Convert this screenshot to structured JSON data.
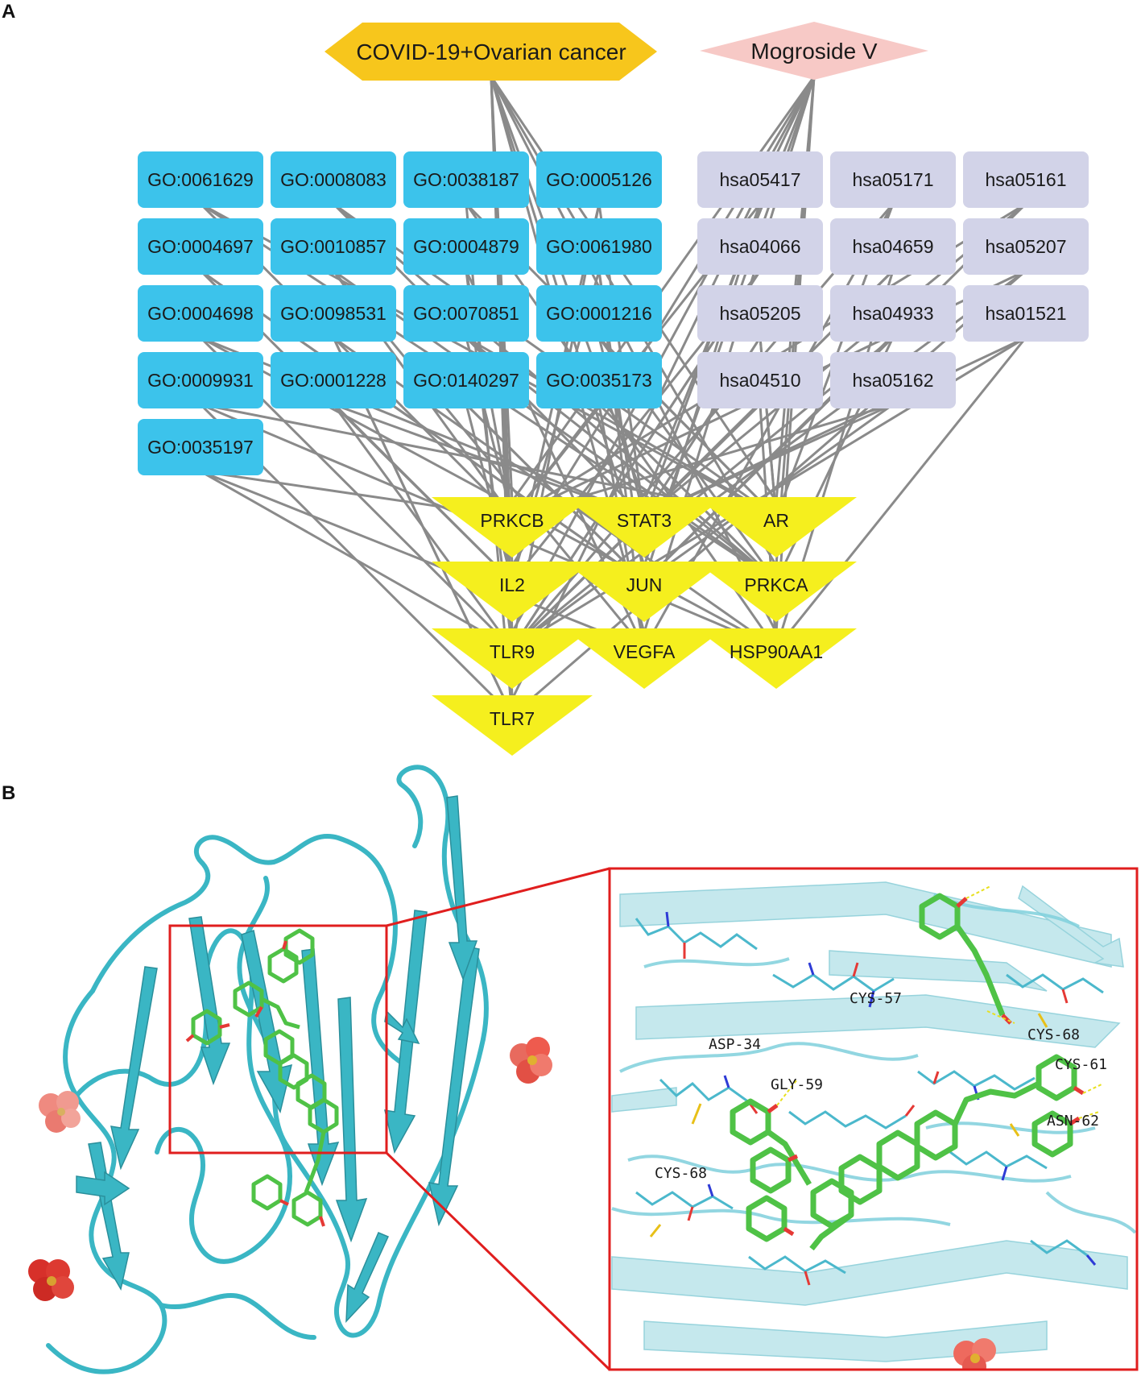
{
  "panels": {
    "a_label": "A",
    "b_label": "B"
  },
  "network": {
    "top_left": "COVID-19+Ovarian cancer",
    "top_right": "Mogroside V",
    "go_terms": [
      "GO:0061629",
      "GO:0008083",
      "GO:0038187",
      "GO:0005126",
      "GO:0004697",
      "GO:0010857",
      "GO:0004879",
      "GO:0061980",
      "GO:0004698",
      "GO:0098531",
      "GO:0070851",
      "GO:0001216",
      "GO:0009931",
      "GO:0001228",
      "GO:0140297",
      "GO:0035173",
      "GO:0035197"
    ],
    "kegg_terms": [
      "hsa05417",
      "hsa05171",
      "hsa05161",
      "hsa04066",
      "hsa04659",
      "hsa05207",
      "hsa05205",
      "hsa04933",
      "hsa01521",
      "hsa04510",
      "hsa05162"
    ],
    "genes": [
      "PRKCB",
      "STAT3",
      "AR",
      "IL2",
      "JUN",
      "PRKCA",
      "TLR9",
      "VEGFA",
      "HSP90AA1",
      "TLR7"
    ]
  },
  "docking": {
    "residues": [
      "CYS-57",
      "CYS-68",
      "ASP-34",
      "CYS-61",
      "GLY-59",
      "ASN-62",
      "CYS-68"
    ]
  },
  "colors": {
    "go_node": "#3cc3eb",
    "kegg_node": "#d2d3e8",
    "gene_node": "#f5ef1e",
    "disease_node": "#f7c61c",
    "compound_node": "#f7c9c6",
    "edge": "#8a8a8a",
    "protein": "#3ab6c4",
    "ligand": "#4fc246",
    "zoom_box": "#e01e1e"
  }
}
